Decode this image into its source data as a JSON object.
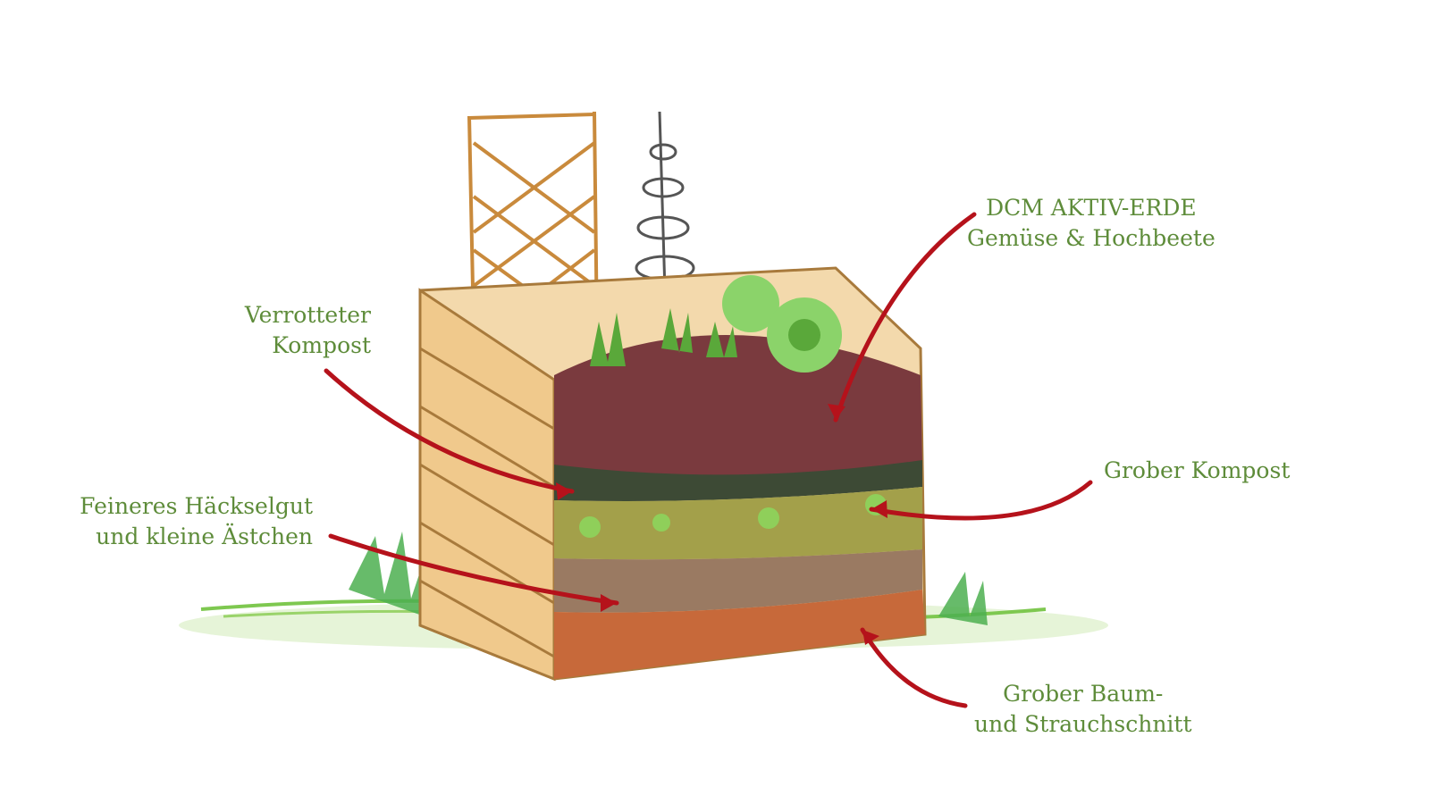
{
  "labels": {
    "top_soil": {
      "line1": "DCM AKTIV-ERDE",
      "line2": "Gemüse & Hochbeete"
    },
    "rotted_compost": {
      "line1": "Verrotteter",
      "line2": "Kompost"
    },
    "coarse_compost": {
      "line1": "Grober Kompost"
    },
    "fine_chips": {
      "line1": "Feineres Häckselgut",
      "line2": "und kleine Ästchen"
    },
    "coarse_cuttings": {
      "line1": "Grober Baum-",
      "line2": "und Strauchschnitt"
    }
  },
  "colors": {
    "label_text": "#5e8c3a",
    "arrow": "#b5121b",
    "wood": "#d9a35c",
    "soil": "#7a3a3e",
    "compost_dark": "#3d4a35",
    "compost_coarse": "#9c9a3a",
    "chips": "#8a6a55",
    "branches": "#b5562a",
    "grass": "#4caf50"
  }
}
